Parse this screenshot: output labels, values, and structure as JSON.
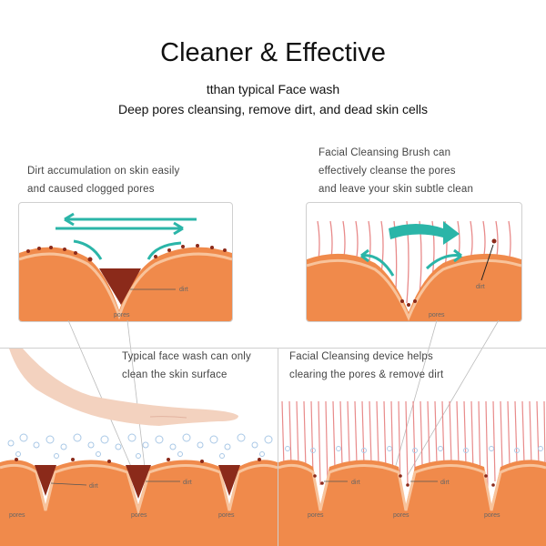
{
  "header": {
    "title": "Cleaner & Effective",
    "subtitle_1": "tthan typical Face wash",
    "subtitle_2": "Deep pores cleansing, remove dirt, and dead skin cells"
  },
  "top_left": {
    "caption_1": "Dirt accumulation on skin easily",
    "caption_2": "and caused clogged pores",
    "label_dirt": "dirt",
    "label_pores": "pores"
  },
  "top_right": {
    "caption_1": "Facial Cleansing Brush can",
    "caption_2": "effectively cleanse the pores",
    "caption_3": "and leave your skin subtle clean",
    "label_dirt": "dirt",
    "label_pores": "pores"
  },
  "bottom_left": {
    "caption_1": "Typical face wash can only",
    "caption_2": "clean the skin surface",
    "label_dirt_1": "dirt",
    "label_dirt_2": "dirt",
    "label_pores_1": "pores",
    "label_pores_2": "pores",
    "label_pores_3": "pores"
  },
  "bottom_right": {
    "caption_1": "Facial Cleansing device helps",
    "caption_2": "clearing the pores & remove dirt",
    "label_dirt_1": "dirt",
    "label_dirt_2": "dirt",
    "label_pores_1": "pores",
    "label_pores_2": "pores",
    "label_pores_3": "pores"
  },
  "colors": {
    "skin_light": "#f8c39b",
    "skin": "#f08a4b",
    "skin_dark": "#e2732f",
    "dirt": "#8b2a1a",
    "arrow": "#2bb5a8",
    "bristle": "#e88a8a"
  }
}
